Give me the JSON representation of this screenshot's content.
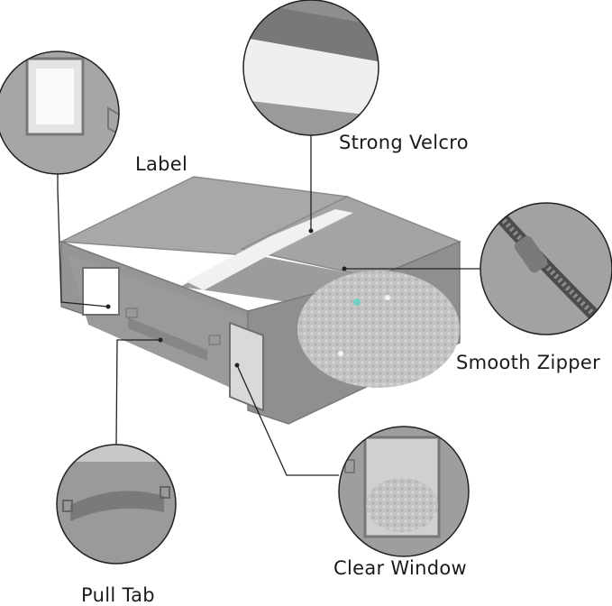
{
  "callouts": {
    "velcro": "Strong Velcro",
    "label": "Label",
    "zipper": "Smooth Zipper",
    "window": "Clear Window",
    "pull_tab": "Pull Tab"
  },
  "colors": {
    "fabric": "#9a9a9a",
    "fabric_dark": "#7d7d7d",
    "fabric_light": "#b4b4b4",
    "velcro_white": "#efefef",
    "leader_line": "#222222"
  }
}
